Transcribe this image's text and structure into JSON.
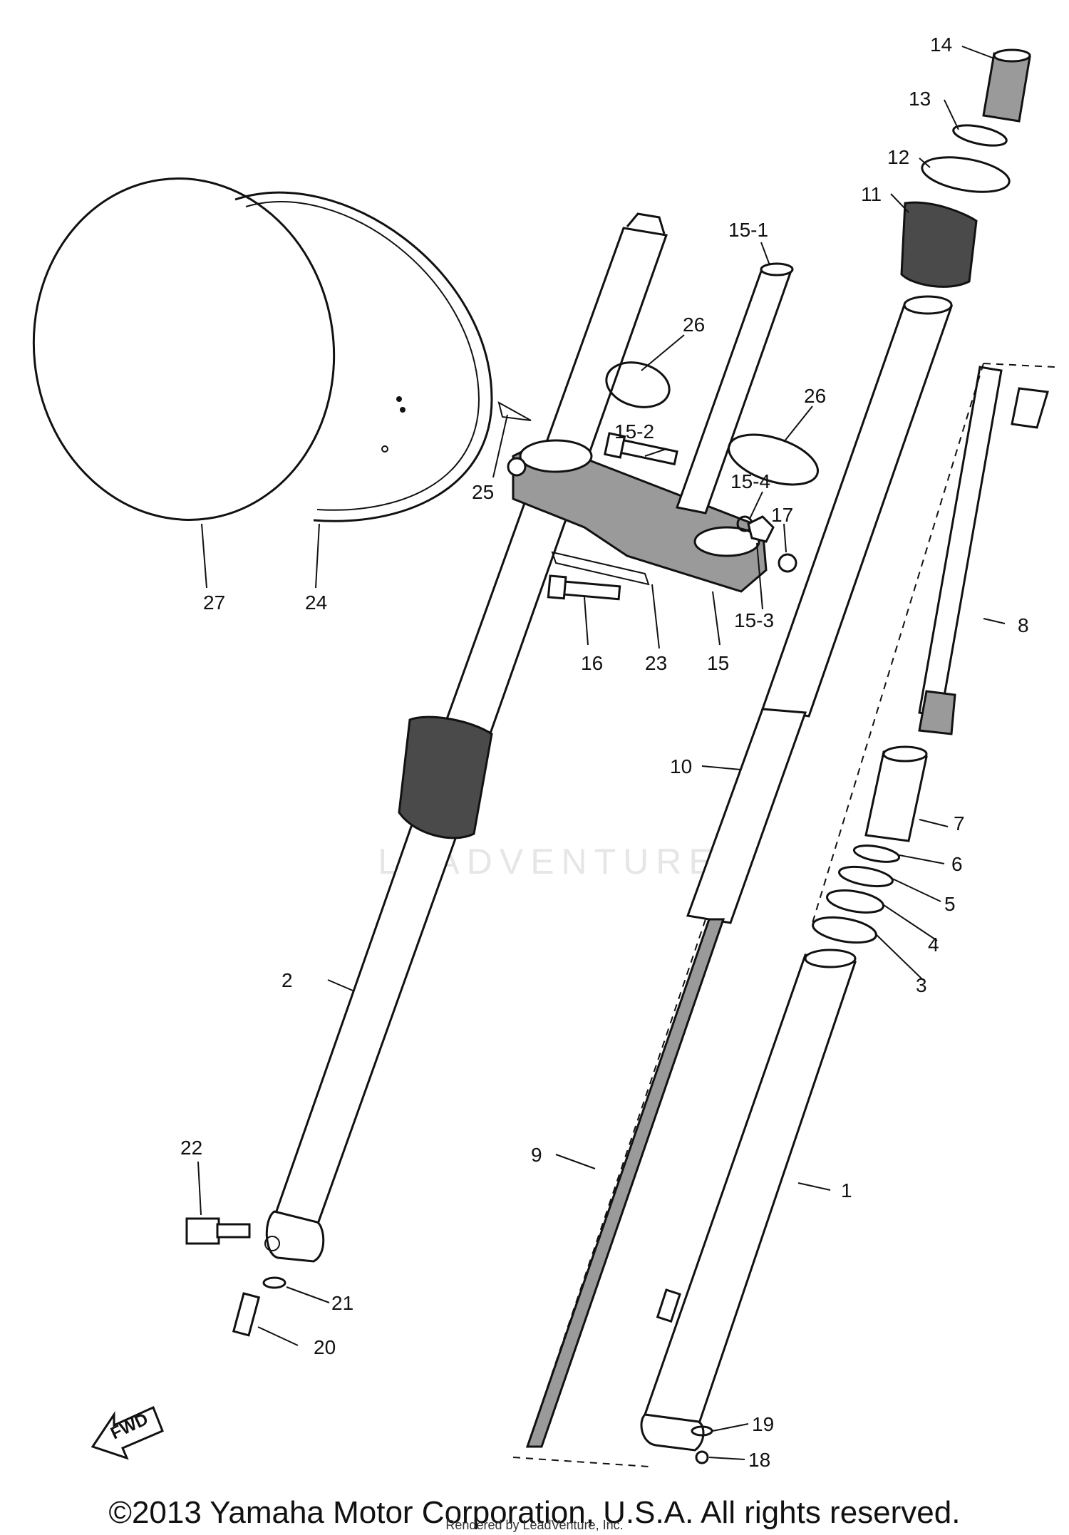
{
  "diagram": {
    "labels": {
      "p1": "1",
      "p2": "2",
      "p3": "3",
      "p4": "4",
      "p5": "5",
      "p6": "6",
      "p7": "7",
      "p8": "8",
      "p9": "9",
      "p10": "10",
      "p11": "11",
      "p12": "12",
      "p13": "13",
      "p14": "14",
      "p15": "15",
      "p15_1": "15-1",
      "p15_2": "15-2",
      "p15_3": "15-3",
      "p15_4": "15-4",
      "p16": "16",
      "p17": "17",
      "p18": "18",
      "p19": "19",
      "p20": "20",
      "p21": "21",
      "p22": "22",
      "p23": "23",
      "p24": "24",
      "p25": "25",
      "p26a": "26",
      "p26b": "26",
      "p27": "27"
    },
    "fwd_arrow_text": "FWD",
    "watermark_text": "LEADVENTURE",
    "copyright": "©2013 Yamaha Motor Corporation, U.S.A. All rights reserved.",
    "rendered_by": "Rendered by LeadVenture, Inc."
  },
  "colors": {
    "line": "#111111",
    "boot_dark": "#4a4a4a",
    "watermark": "#e6e6e6"
  }
}
